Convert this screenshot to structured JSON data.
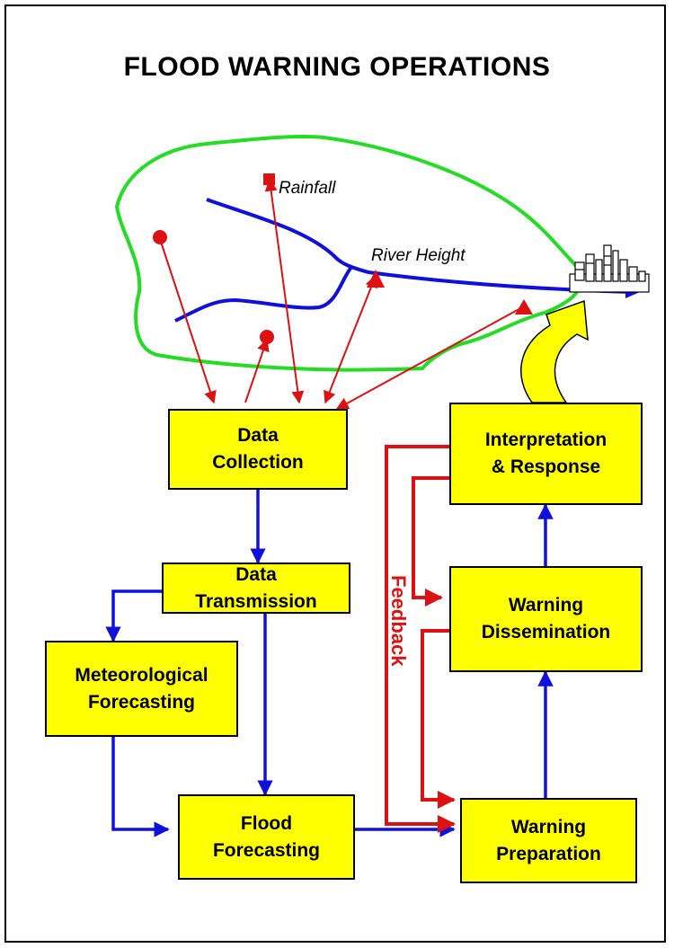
{
  "title": "FLOOD WARNING OPERATIONS",
  "colors": {
    "box_fill": "#ffff00",
    "catchment_outline": "#22dd22",
    "river": "#1010dd",
    "data_links": "#dd1111",
    "flow_arrows": "#1010dd",
    "feedback": "#dd1111",
    "response_arrow": "#ffff00"
  },
  "labels": {
    "rainfall": "Rainfall",
    "river_height": "River Height",
    "feedback": "Feedback"
  },
  "boxes": {
    "data_collection": [
      "Data",
      "Collection"
    ],
    "data_transmission": [
      "Data",
      "Transmission"
    ],
    "meteorological_forecasting": [
      "Meteorological",
      "Forecasting"
    ],
    "flood_forecasting": [
      "Flood",
      "Forecasting"
    ],
    "warning_preparation": [
      "Warning",
      "Preparation"
    ],
    "warning_dissemination": [
      "Warning",
      "Dissemination"
    ],
    "interpretation_response": [
      "Interpretation",
      "& Response"
    ]
  },
  "icons": {
    "city": "city-skyline-icon",
    "rain_gauge": "rain-gauge-icon",
    "river_gauge": "river-gauge-icon"
  }
}
